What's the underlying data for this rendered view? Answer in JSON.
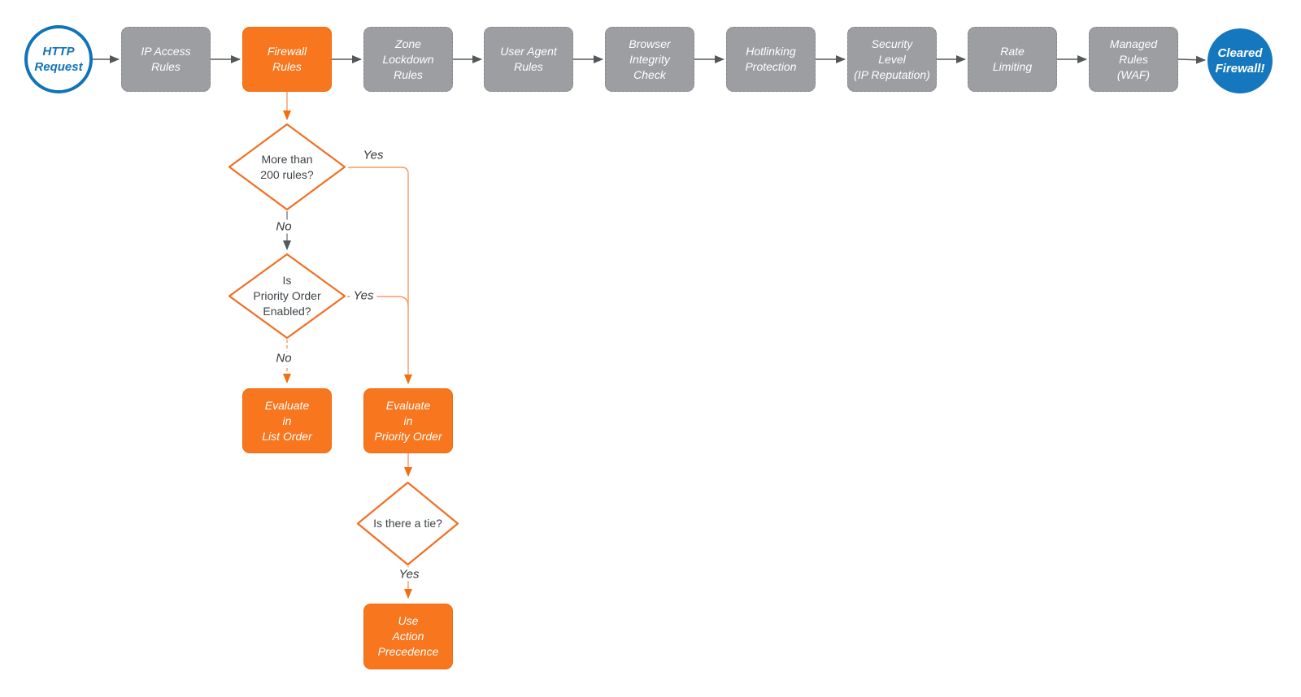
{
  "diagram": {
    "title_hint": "Firewall request evaluation flowchart",
    "start_node": "HTTP\nRequest",
    "steps": [
      "IP Access\nRules",
      "Firewall\nRules",
      "Zone\nLockdown\nRules",
      "User Agent\nRules",
      "Browser\nIntegrity\nCheck",
      "Hotlinking\nProtection",
      "Security\nLevel\n(IP Reputation)",
      "Rate\nLimiting",
      "Managed\nRules\n(WAF)"
    ],
    "end_node": "Cleared\nFirewall!",
    "decisions": {
      "more_than_200": "More than\n200 rules?",
      "priority_enabled": "Is\nPriority Order\nEnabled?",
      "tie": "Is there a tie?"
    },
    "actions": {
      "evaluate_list": "Evaluate\nin\nList Order",
      "evaluate_priority": "Evaluate\nin\nPriority Order",
      "use_action_precedence": "Use\nAction\nPrecedence"
    },
    "edge_labels": {
      "yes_200": "Yes",
      "no_200": "No",
      "yes_priority": "Yes",
      "no_priority": "No",
      "yes_tie": "Yes"
    },
    "colors": {
      "accent_orange": "#f7761e",
      "orange_outline": "#f26e21",
      "orange_line": "#f89a63",
      "gray_node": "#9c9ea1",
      "connector_gray": "#54585a",
      "brand_blue": "#1578be",
      "text_dark": "#3e4347"
    }
  }
}
